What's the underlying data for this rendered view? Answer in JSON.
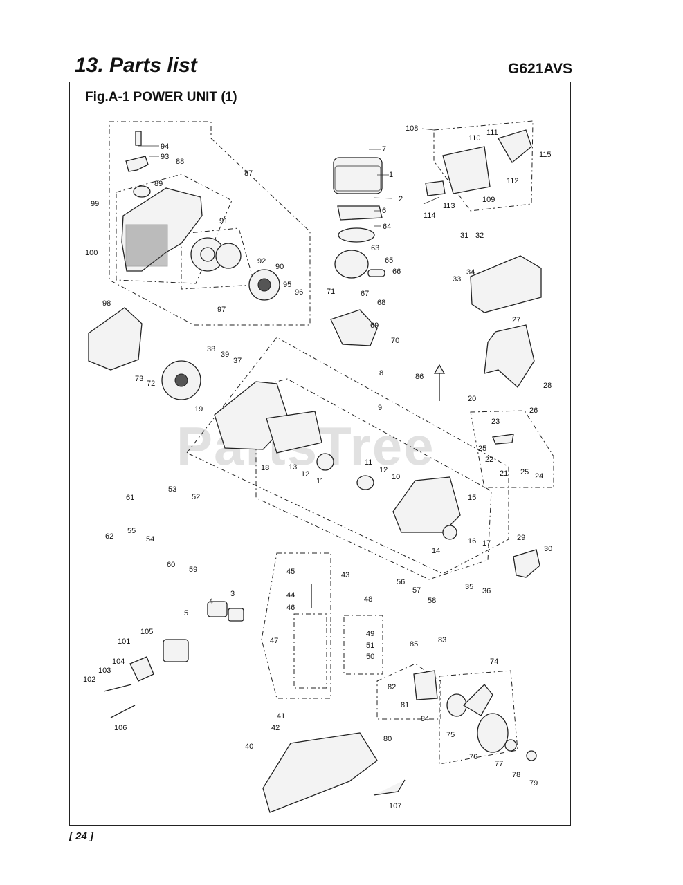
{
  "header": {
    "title": "13. Parts list",
    "model": "G621AVS"
  },
  "figure": {
    "caption": "Fig.A-1  POWER UNIT (1)",
    "watermark": "PartsTree"
  },
  "footer": {
    "page": "[ 24 ]"
  },
  "labels": [
    "1",
    "2",
    "3",
    "4",
    "5",
    "6",
    "7",
    "8",
    "9",
    "10",
    "11",
    "11",
    "12",
    "12",
    "13",
    "14",
    "15",
    "16",
    "17",
    "19",
    "18",
    "20",
    "21",
    "22",
    "23",
    "24",
    "25",
    "25",
    "26",
    "27",
    "28",
    "29",
    "30",
    "31",
    "32",
    "33",
    "34",
    "35",
    "36",
    "37",
    "38",
    "39",
    "40",
    "41",
    "42",
    "43",
    "44",
    "45",
    "46",
    "47",
    "48",
    "49",
    "50",
    "51",
    "52",
    "53",
    "54",
    "55",
    "56",
    "57",
    "58",
    "59",
    "60",
    "61",
    "62",
    "63",
    "64",
    "65",
    "66",
    "67",
    "68",
    "69",
    "70",
    "71",
    "72",
    "73",
    "74",
    "75",
    "76",
    "77",
    "78",
    "79",
    "80",
    "81",
    "82",
    "83",
    "84",
    "85",
    "86",
    "87",
    "88",
    "89",
    "90",
    "91",
    "92",
    "93",
    "94",
    "95",
    "96",
    "97",
    "98",
    "99",
    "100",
    "101",
    "102",
    "103",
    "104",
    "105",
    "106",
    "107",
    "108",
    "109",
    "110",
    "111",
    "112",
    "113",
    "114",
    "115"
  ]
}
